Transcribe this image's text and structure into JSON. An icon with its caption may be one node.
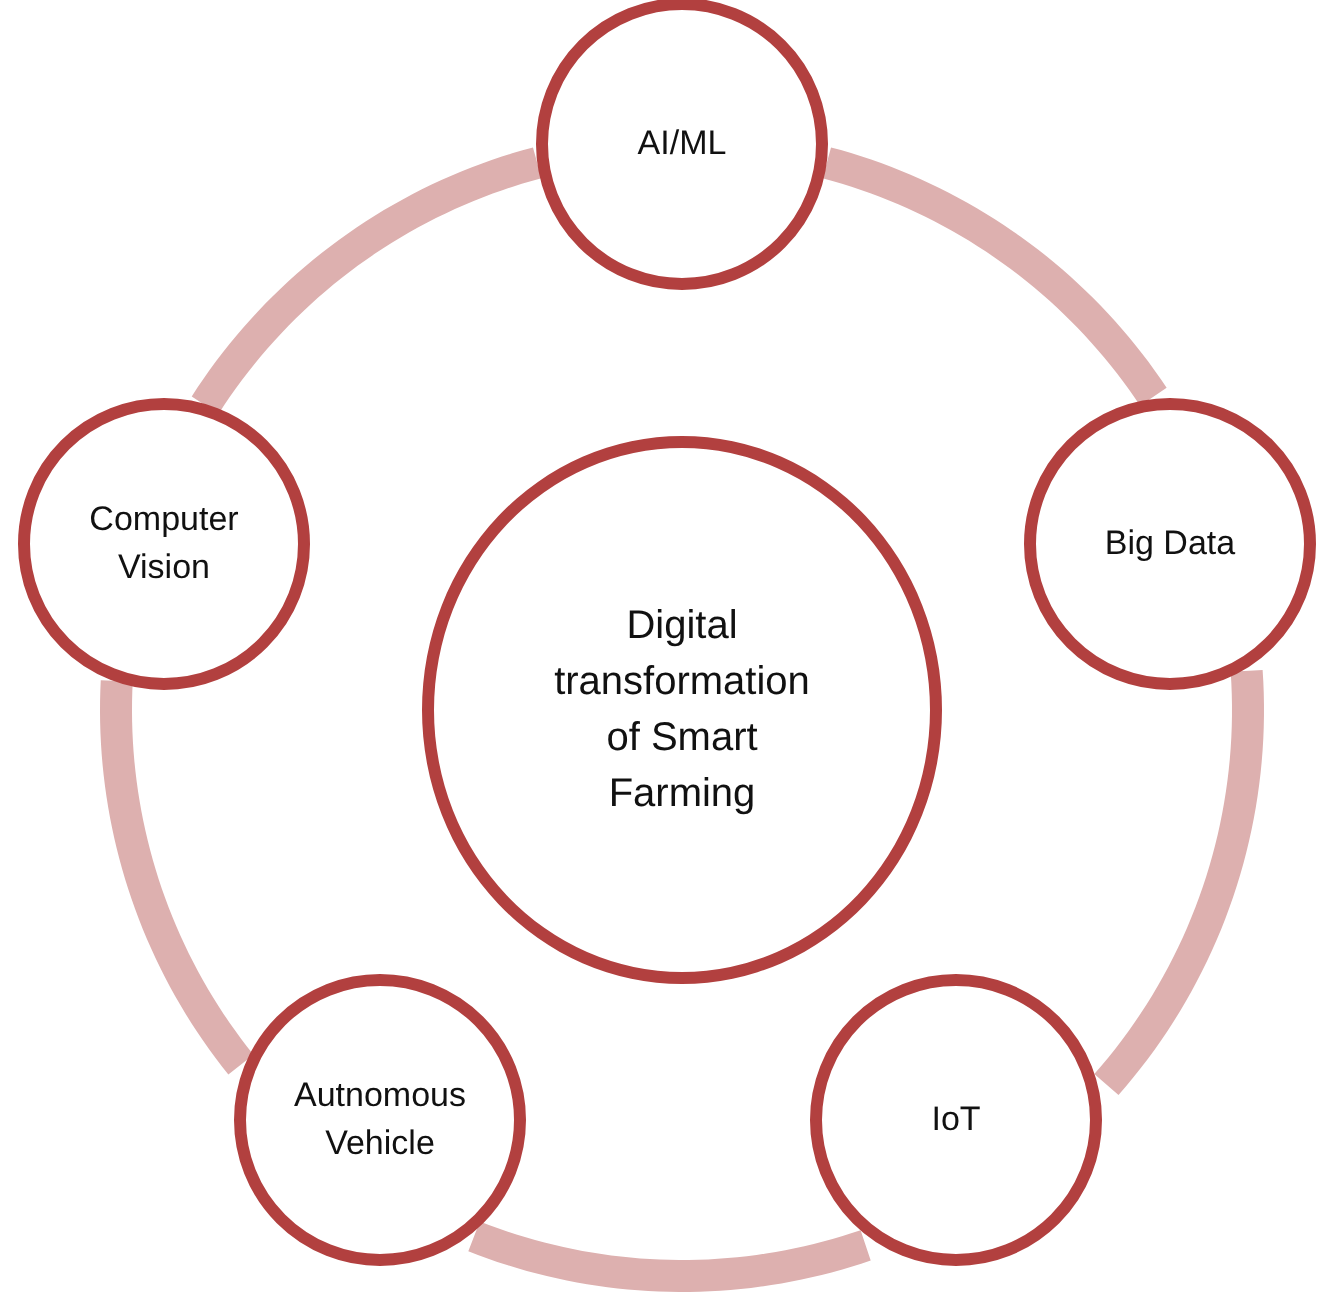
{
  "diagram": {
    "nodes": [
      {
        "text": [
          "AI/ML"
        ]
      },
      {
        "text": [
          "Computer Vision"
        ]
      },
      {
        "text": [
          "Big Data"
        ]
      },
      {
        "text": [
          "Digital transformation of Smart Farming"
        ]
      },
      {
        "text": [
          "Autnomous Vehicle"
        ]
      },
      {
        "text": [
          "IoT"
        ]
      }
    ],
    "edges": [
      {
        "from": 0,
        "to": 2,
        "arrow": "none"
      },
      {
        "from": 2,
        "to": 5,
        "arrow": "none"
      },
      {
        "from": 5,
        "to": 4,
        "arrow": "none"
      },
      {
        "from": 4,
        "to": 1,
        "arrow": "none"
      },
      {
        "from": 1,
        "to": 0,
        "arrow": "none"
      }
    ]
  }
}
